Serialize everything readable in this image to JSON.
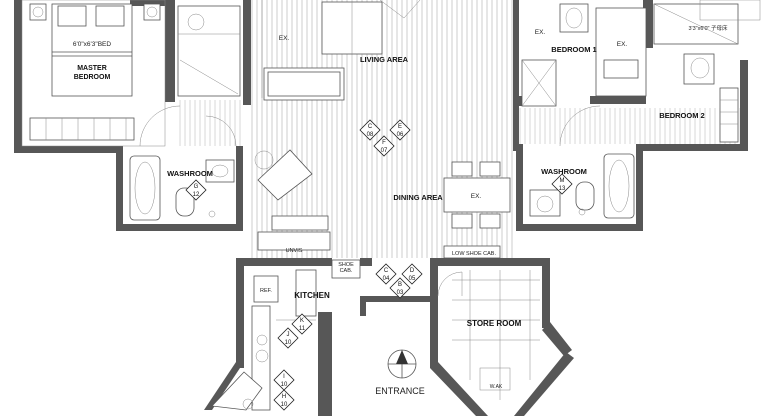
{
  "rooms": {
    "master_bedroom_l1": "MASTER",
    "master_bedroom_l2": "BEDROOM",
    "bed_size": "6'0\"x6'3\"BED",
    "washroom_left": "WASHROOM",
    "living_area": "LIVING AREA",
    "dining_area": "DINING AREA",
    "bedroom_1": "BEDROOM 1",
    "bedroom_2": "BEDROOM 2",
    "washroom_right": "WASHROOM",
    "kitchen": "KITCHEN",
    "store_room": "STORE ROOM",
    "entrance": "ENTRANCE"
  },
  "labels": {
    "ex_living": "EX.",
    "ex_dining": "EX.",
    "ex_bedroom1_left": "EX.",
    "ex_bedroom1_right": "EX.",
    "top_right_note": "3'3\"x6'0\" 子母床",
    "unvisible": "UNVIS",
    "shoe_cab_1": "SHOE",
    "shoe_cab_2": "CAB.",
    "low_shoe_cab": "LOW SHOE CAB.",
    "ref": "REF.",
    "walk_in": "W.AK"
  },
  "view_tags": [
    {
      "id": "c-08",
      "top": "C",
      "bottom": "08"
    },
    {
      "id": "e-06",
      "top": "E",
      "bottom": "06"
    },
    {
      "id": "f-07",
      "top": "F",
      "bottom": "07"
    },
    {
      "id": "g-12",
      "top": "G",
      "bottom": "12"
    },
    {
      "id": "m-13",
      "top": "M",
      "bottom": "13"
    },
    {
      "id": "c-04",
      "top": "C",
      "bottom": "04"
    },
    {
      "id": "d-05",
      "top": "D",
      "bottom": "05"
    },
    {
      "id": "b-03",
      "top": "B",
      "bottom": "03"
    },
    {
      "id": "k-11",
      "top": "K",
      "bottom": "11"
    },
    {
      "id": "j-10",
      "top": "J",
      "bottom": "10"
    },
    {
      "id": "i-10",
      "top": "I",
      "bottom": "10"
    },
    {
      "id": "h-10",
      "top": "H",
      "bottom": "10"
    }
  ],
  "colors": {
    "wall": "#575757",
    "line": "#555555",
    "background": "#ffffff"
  }
}
